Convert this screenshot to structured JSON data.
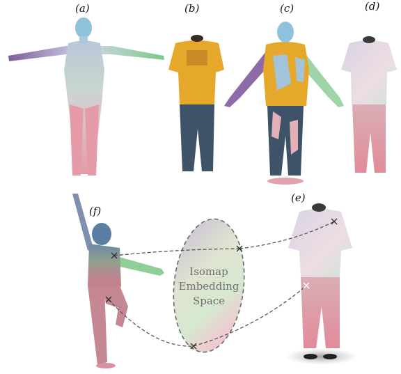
{
  "panels": {
    "a": "(a)",
    "b": "(b)",
    "c": "(c)",
    "d": "(d)",
    "e": "(e)",
    "f": "(f)"
  },
  "embedding": {
    "line1": "Isomap",
    "line2": "Embedding",
    "line3": "Space"
  },
  "colors": {
    "skin_head": "#8fc2dc",
    "shirt_yellow": "#e6a82a",
    "jeans_blue": "#3e5368",
    "rainbow_purple": "#8d6aa8",
    "rainbow_green": "#9fd4a8",
    "rainbow_pink": "#e39aa4",
    "dashed_line": "#555555"
  }
}
